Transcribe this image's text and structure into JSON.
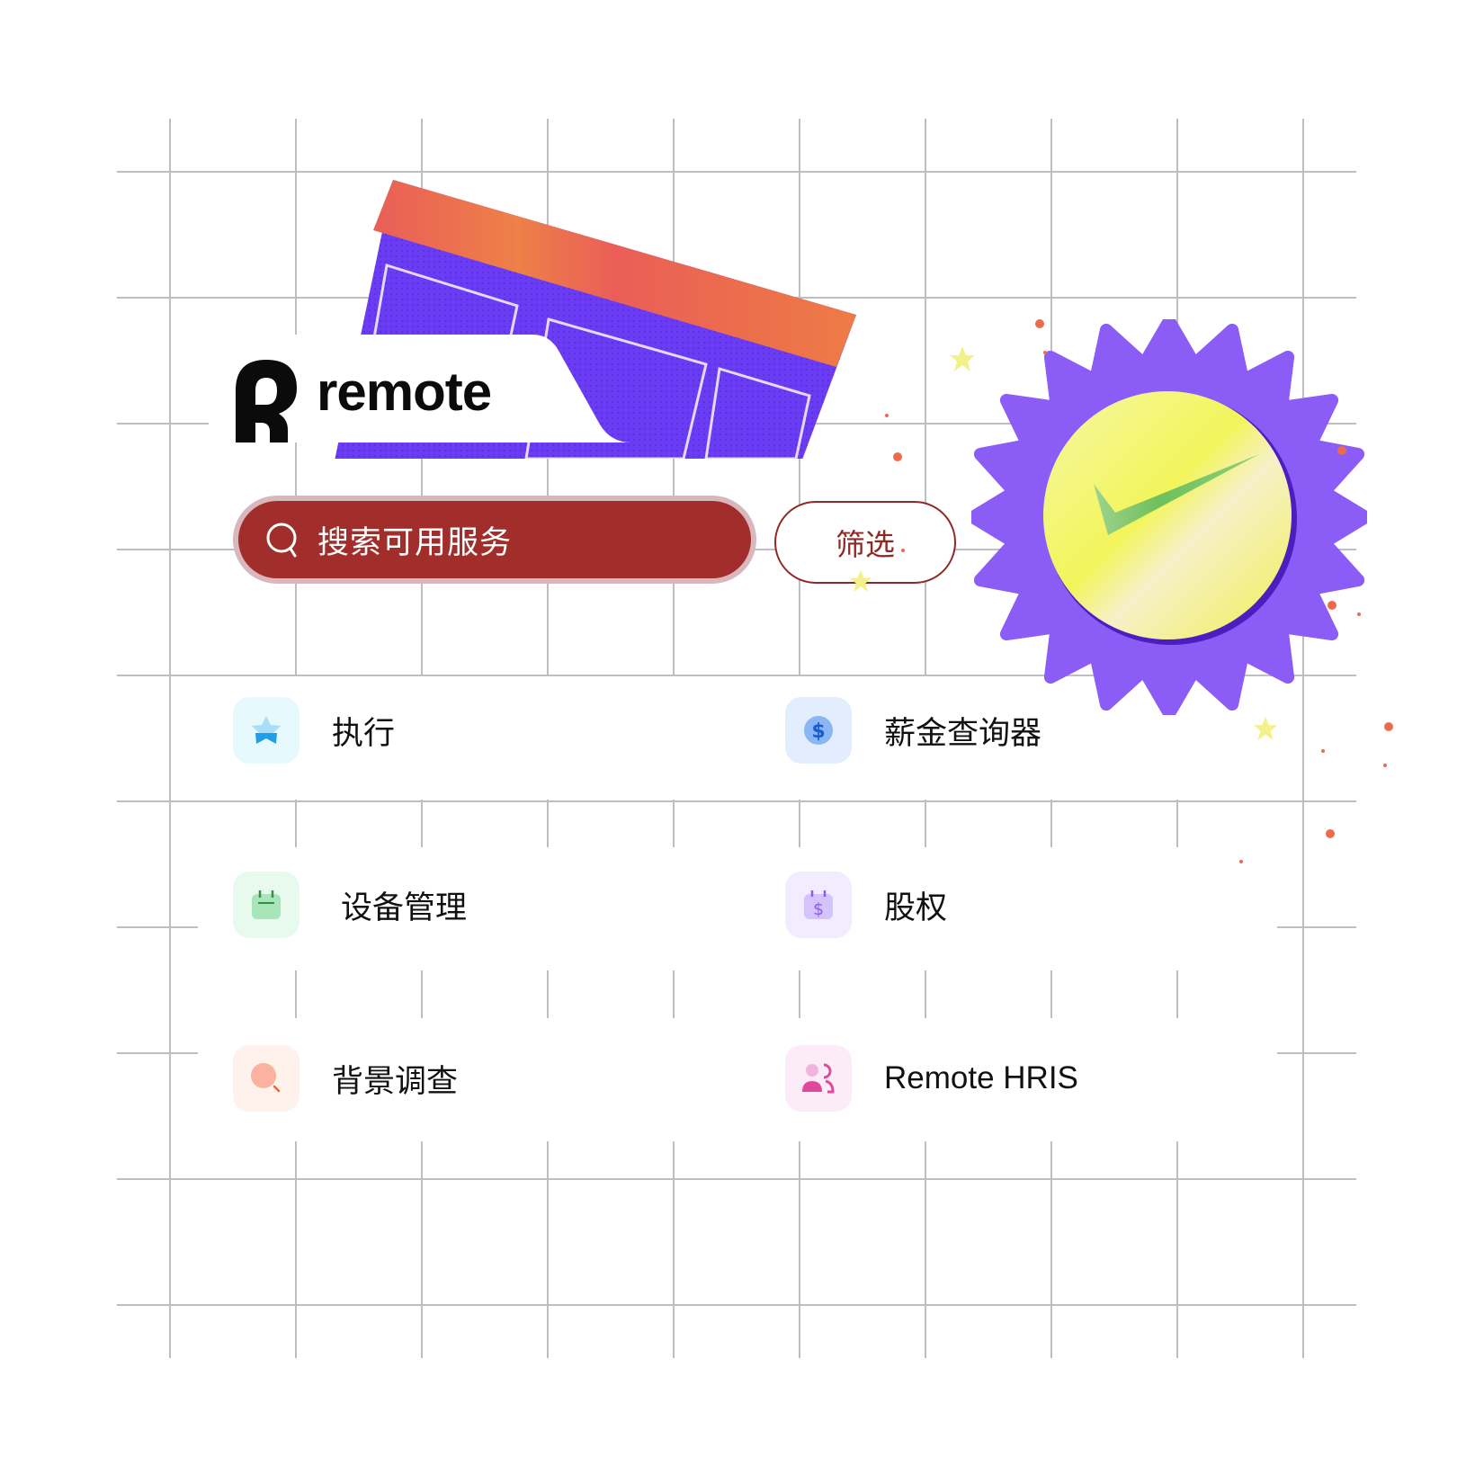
{
  "brand": {
    "name": "remote",
    "logo_glyph": "R"
  },
  "search": {
    "placeholder": "搜索可用服务",
    "icon": "search-icon"
  },
  "filter": {
    "label": "筛选"
  },
  "services": [
    {
      "id": "execution",
      "label": "执行",
      "icon": "star-icon",
      "icon_bg": "#e6f9fd",
      "icon_color": "#1f9fe6"
    },
    {
      "id": "salary-lookup",
      "label": "薪金查询器",
      "icon": "dollar-coin-icon",
      "icon_bg": "#e2eefe",
      "icon_color": "#1a63d8"
    },
    {
      "id": "device-management",
      "label": "设备管理",
      "icon": "calendar-device-icon",
      "icon_bg": "#e8f9ee",
      "icon_color": "#a8e6b9"
    },
    {
      "id": "equity",
      "label": "股权",
      "icon": "dollar-calendar-icon",
      "icon_bg": "#f1ecfe",
      "icon_color": "#8a5cf0"
    },
    {
      "id": "background-check",
      "label": "背景调查",
      "icon": "magnifier-icon",
      "icon_bg": "#fff1ec",
      "icon_color": "#fbb39f"
    },
    {
      "id": "remote-hris",
      "label": "Remote HRIS",
      "icon": "people-icon",
      "icon_bg": "#fcecf8",
      "icon_color": "#d94d9c"
    }
  ],
  "colors": {
    "search_bg": "#a12e2b",
    "search_border": "#d9b8bd",
    "filter_border": "#8e2a26",
    "grid": "#bdbdc3",
    "badge_purple": "#8b5cf6",
    "badge_yellow": "#f4f57a",
    "check_green": "#6fbf5c",
    "card_red": "#ea5e57",
    "card_purple": "#6b3cf5"
  }
}
